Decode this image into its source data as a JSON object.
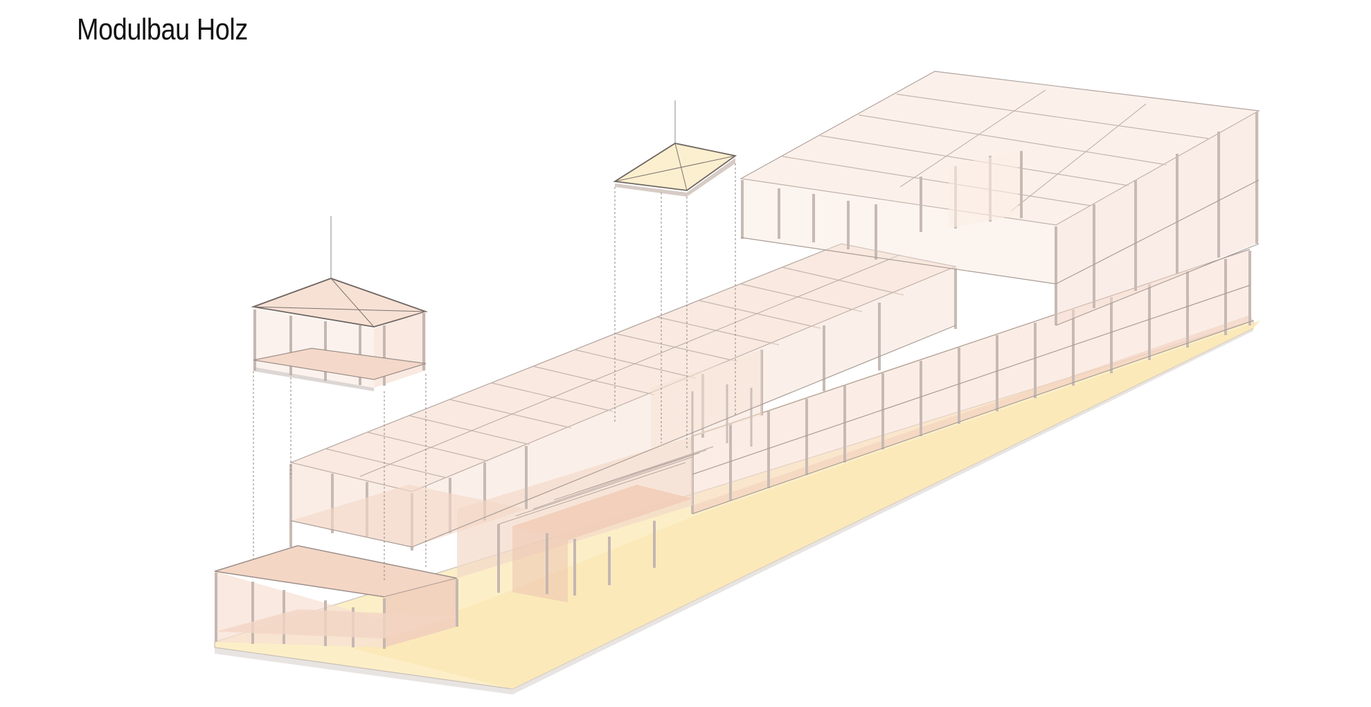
{
  "title": "Modulbau Holz",
  "colors": {
    "background": "#ffffff",
    "title_text": "#111111",
    "floor_yellow": "#fcefc8",
    "module_pink": "#f6e2d6",
    "module_light": "#fcf1ea",
    "wall_salmon": "#f0cdb8",
    "frame": "#b9aeaa",
    "frame_dark": "#6f6561",
    "hoist_line": "#888888"
  },
  "diagram": {
    "description_elements": [
      "ground-slab",
      "lower-module-row",
      "middle-module-row",
      "upper-module-row",
      "hoisted-module-left",
      "hoisted-module-right"
    ]
  }
}
